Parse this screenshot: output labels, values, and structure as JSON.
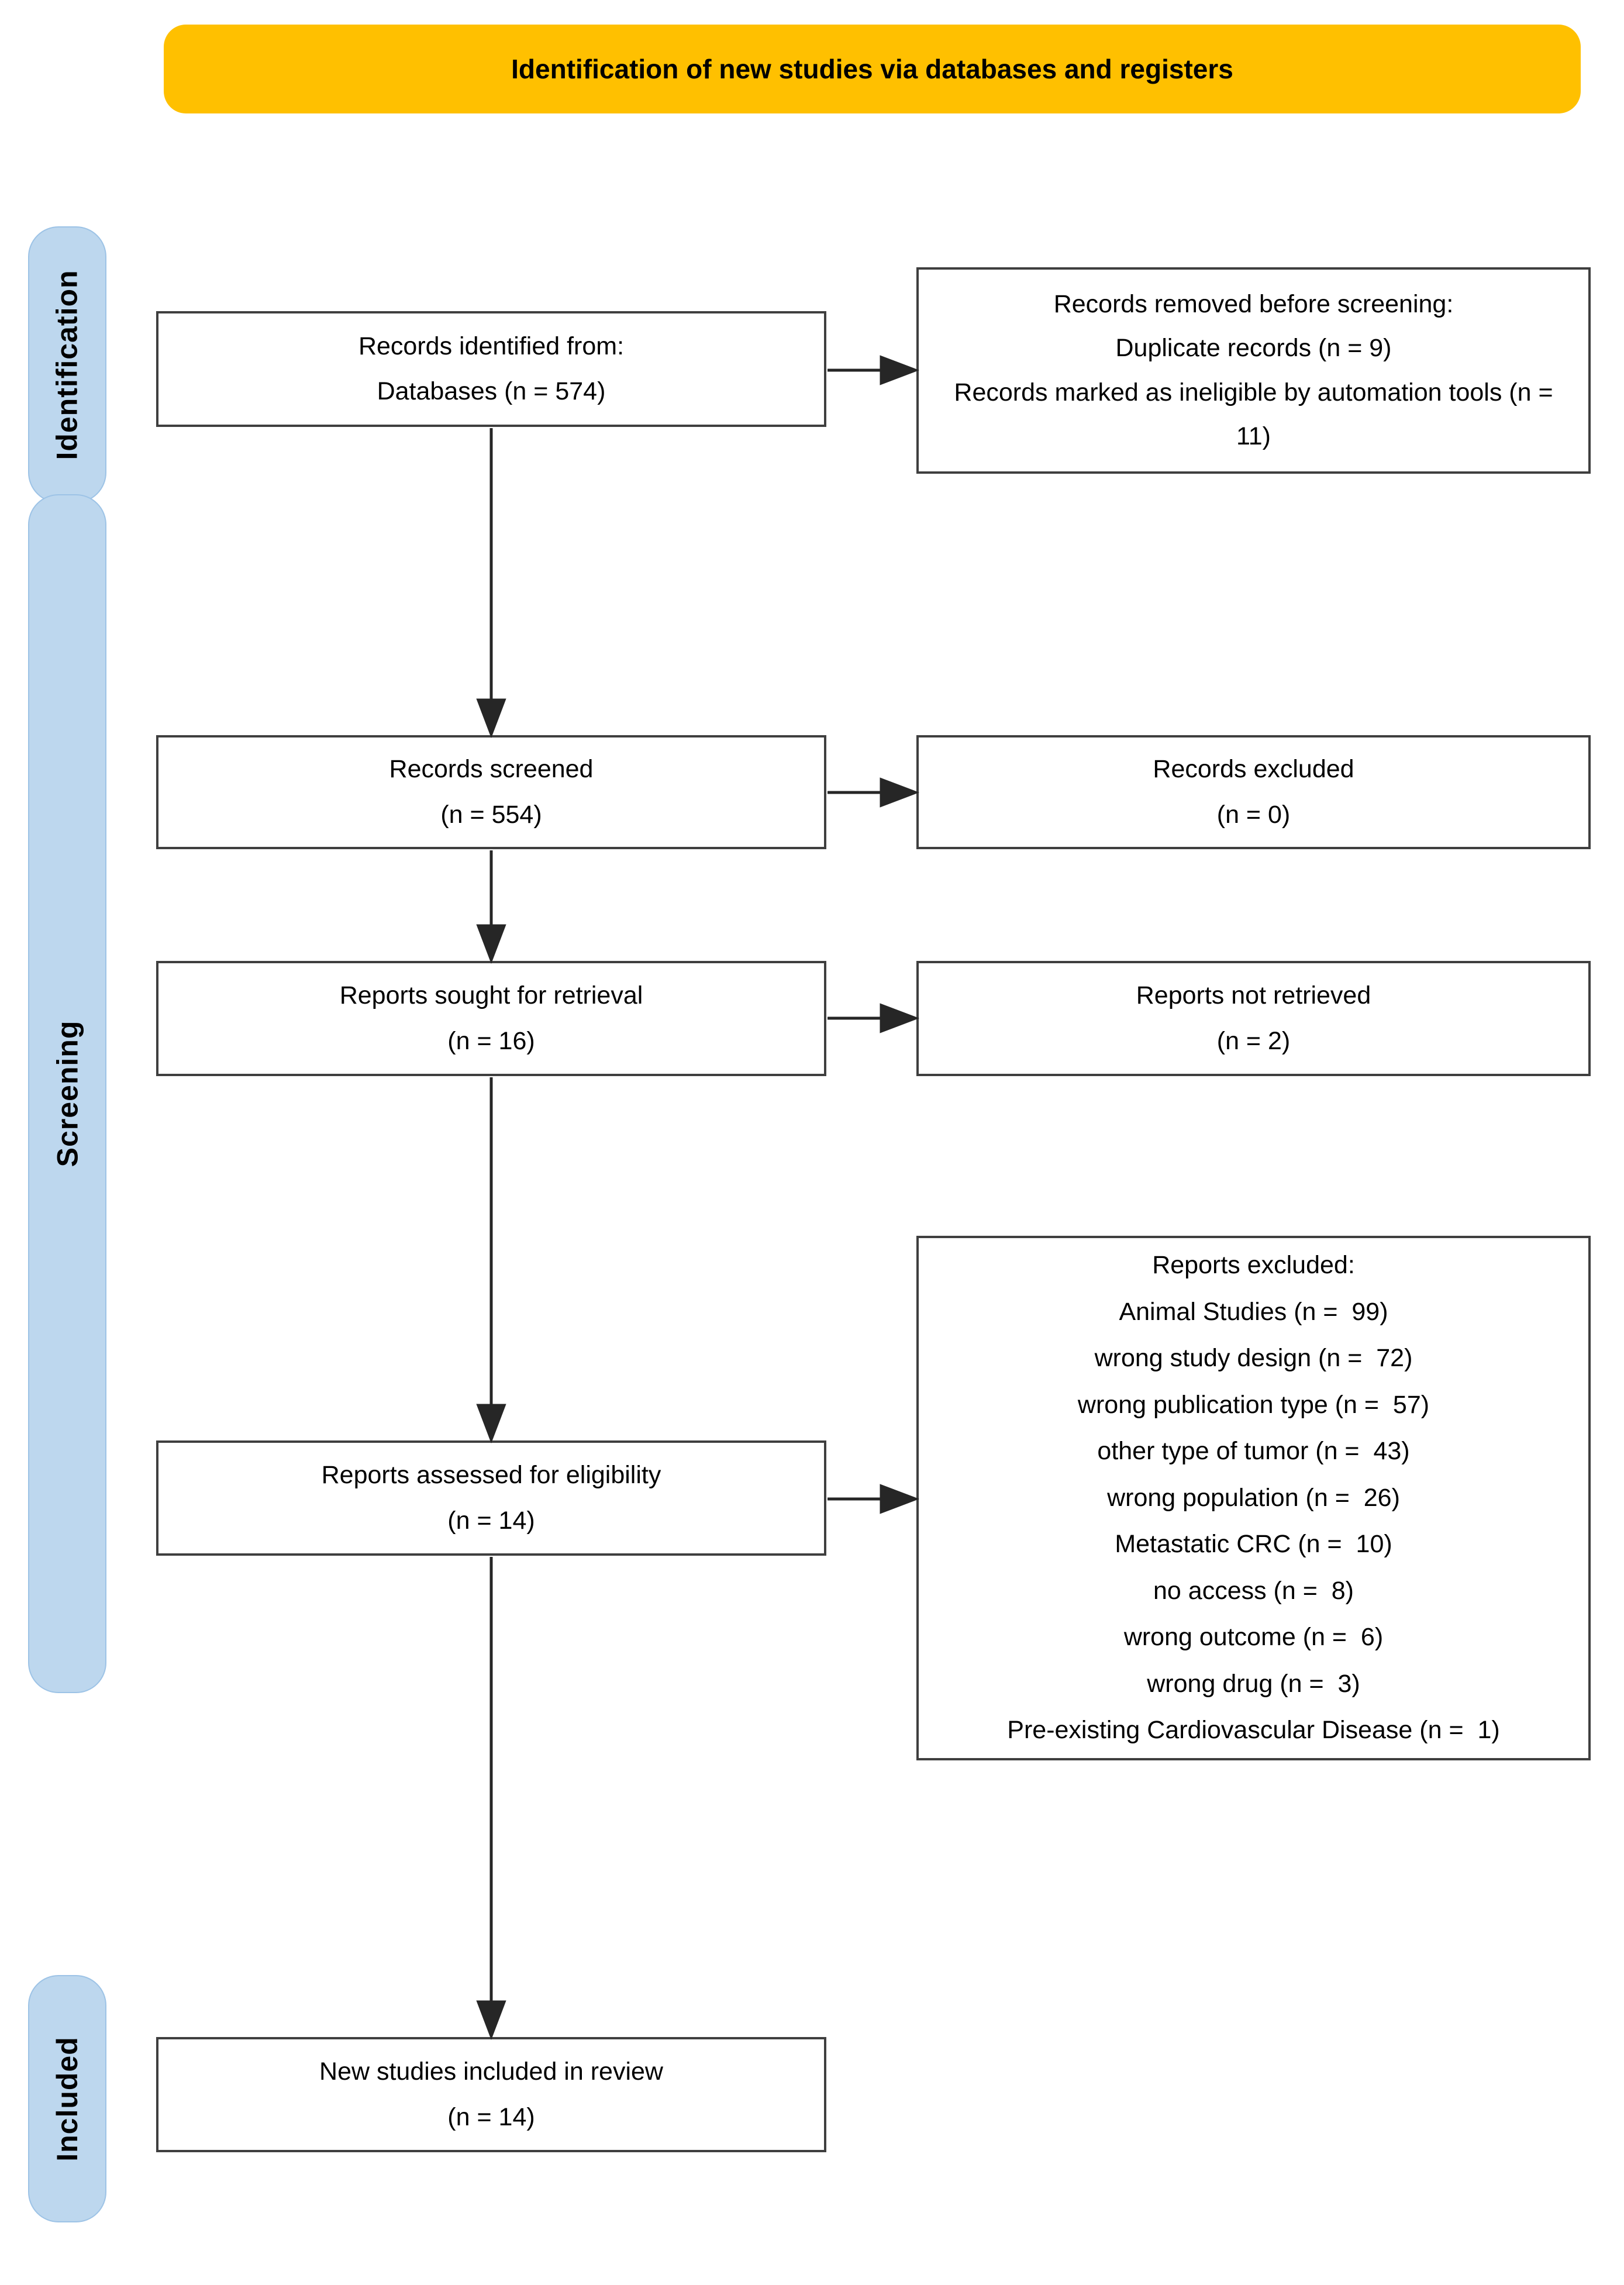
{
  "banner": {
    "title": "Identification of new studies via databases and registers"
  },
  "sidebar": {
    "labels": [
      "Identification",
      "Screening",
      "Included"
    ]
  },
  "boxes": {
    "records_identified": {
      "lines": [
        "Records identified from:",
        "Databases (n = 574)"
      ]
    },
    "records_removed": {
      "lines": [
        "Records removed before screening:",
        "Duplicate records (n = 9)",
        "Records marked as ineligible by automation tools (n = 11)"
      ]
    },
    "records_screened": {
      "lines": [
        "Records screened",
        "(n = 554)"
      ]
    },
    "records_excluded": {
      "lines": [
        "Records excluded",
        "(n = 0)"
      ]
    },
    "reports_sought": {
      "lines": [
        "Reports sought for retrieval",
        "(n = 16)"
      ]
    },
    "reports_not_retrieved": {
      "lines": [
        "Reports not retrieved",
        "(n = 2)"
      ]
    },
    "reports_assessed": {
      "lines": [
        "Reports assessed for eligibility",
        "(n = 14)"
      ]
    },
    "reports_excluded": {
      "lines": [
        "Reports excluded:",
        "Animal Studies (n =  99)",
        "wrong study design (n =  72)",
        "wrong publication type (n =  57)",
        "other type of tumor (n =  43)",
        "wrong population (n =  26)",
        "Metastatic CRC (n =  10)",
        "no access (n =  8)",
        "wrong outcome (n =  6)",
        "wrong drug (n =  3)",
        "Pre-existing Cardiovascular Disease (n =  1)"
      ]
    },
    "new_studies": {
      "lines": [
        "New studies included in review",
        "(n = 14)"
      ]
    }
  },
  "colors": {
    "banner_bg": "#FFC000",
    "stage_bg": "#BDD7EE",
    "box_border": "#3F3F3F",
    "arrow": "#262626"
  }
}
